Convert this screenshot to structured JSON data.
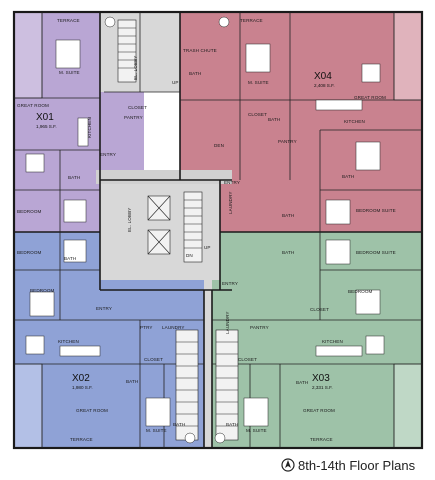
{
  "footer": {
    "title": "8th-14th Floor Plans",
    "icon": "north-arrow-icon"
  },
  "colors": {
    "unit_x01": "#b9a6d4",
    "unit_x02": "#8fa2d6",
    "unit_x03": "#9ec2a8",
    "unit_x04": "#c9828f",
    "core": "#d8d8d8",
    "wall": "#1a1a1a"
  },
  "units": [
    {
      "id": "X01",
      "area": "1,965 S.F."
    },
    {
      "id": "X02",
      "area": "1,980 S.F."
    },
    {
      "id": "X03",
      "area": "2,331 S.F."
    },
    {
      "id": "X04",
      "area": "2,408 S.F."
    }
  ],
  "labels": {
    "terrace": "TERRACE",
    "m_suite": "M. SUITE",
    "great_room": "GREAT ROOM",
    "kitchen": "KITCHEN",
    "pantry": "PANTRY",
    "bath": "BATH",
    "closet": "CLOSET",
    "entry": "ENTRY",
    "bedroom": "BEDROOM",
    "bedroom_suite": "BEDROOM SUITE",
    "laundry": "LAUNDRY",
    "pantry_short": "PTRY",
    "den": "DEN",
    "trash_chute": "TRASH CHUTE",
    "el_lobby": "EL. LOBBY",
    "up": "UP",
    "dn": "DN"
  }
}
